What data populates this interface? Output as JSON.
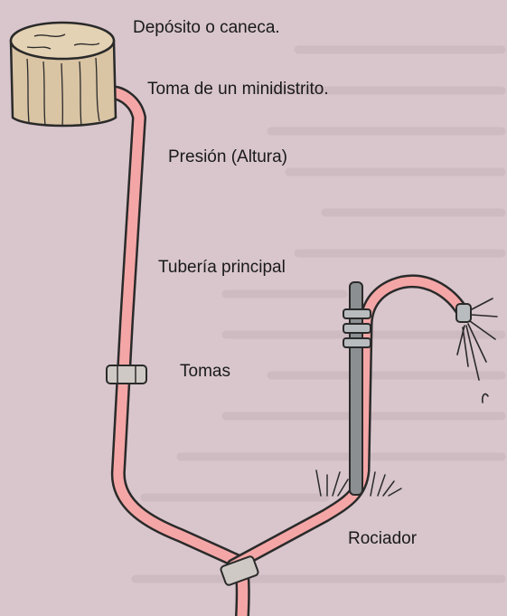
{
  "labels": {
    "deposito": "Depósito o caneca.",
    "toma": "Toma de un minidistrito.",
    "presion": "Presión (Altura)",
    "tuberia": "Tubería principal",
    "tomas": "Tomas",
    "rociador": "Rociador"
  },
  "colors": {
    "background": "#d8c6cc",
    "pipe": "#f4a6a6",
    "pipe_outline": "#2a2a2a",
    "tank": "#d9c4a4",
    "fitting": "#cfc9c5",
    "stake": "#8b8f92",
    "text": "#1a1a1a"
  }
}
